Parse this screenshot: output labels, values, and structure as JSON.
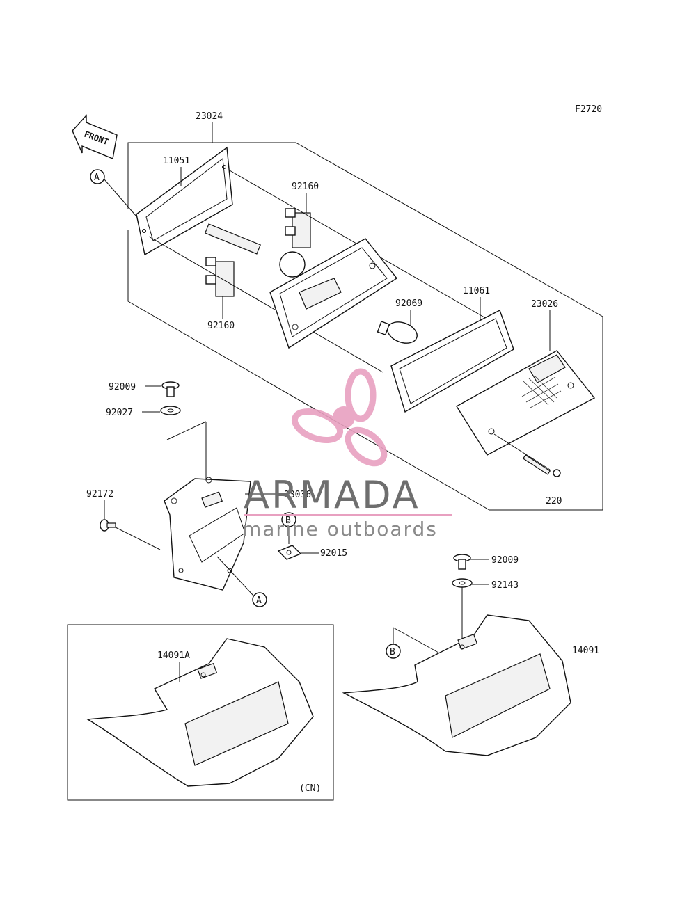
{
  "figure_code": "F2720",
  "front_arrow": "FRONT",
  "watermark": {
    "title": "ARMADA",
    "subtitle": "marine outboards",
    "accent": "#e8a0c0"
  },
  "callouts": {
    "A": "A",
    "B": "B"
  },
  "parts": {
    "p23024": "23024",
    "p11051": "11051",
    "p92160a": "92160",
    "p92160b": "92160",
    "p92069": "92069",
    "p11061": "11061",
    "p23026": "23026",
    "p220": "220",
    "p92009a": "92009",
    "p92027": "92027",
    "p92172": "92172",
    "p23036": "23036",
    "p92015": "92015",
    "p92009b": "92009",
    "p92143": "92143",
    "p14091": "14091",
    "p14091A": "14091A",
    "cn": "(CN)"
  }
}
